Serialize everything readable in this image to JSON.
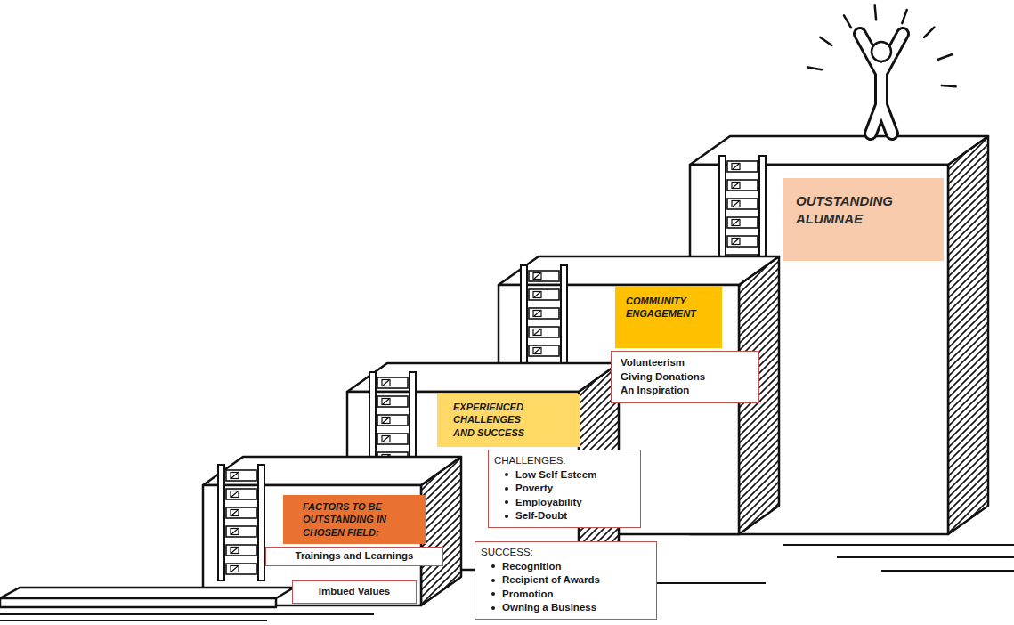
{
  "diagram": {
    "nodes": [
      {
        "text": [
          "FACTORS TO BE OUTSTANDING IN CHOSEN FIELD:"
        ]
      },
      {
        "text": [
          "Trainings and Learnings"
        ]
      },
      {
        "text": [
          "Imbued Values"
        ]
      },
      {
        "text": [
          "EXPERIENCED CHALLENGES AND SUCCESS"
        ]
      },
      {
        "text": [
          "CHALLENGES:",
          "Low Self Esteem",
          "Poverty",
          "Employability",
          "Self-Doubt"
        ]
      },
      {
        "text": [
          "SUCCESS:",
          "Recognition",
          "Recipient of Awards",
          "Promotion",
          "Owning a Business"
        ]
      },
      {
        "text": [
          "COMMUNITY ENGAGEMENT"
        ]
      },
      {
        "text": [
          "Volunteerism",
          "Giving Donations",
          "An Inspiration"
        ]
      },
      {
        "text": [
          "OUTSTANDING ALUMNAE"
        ]
      }
    ]
  }
}
